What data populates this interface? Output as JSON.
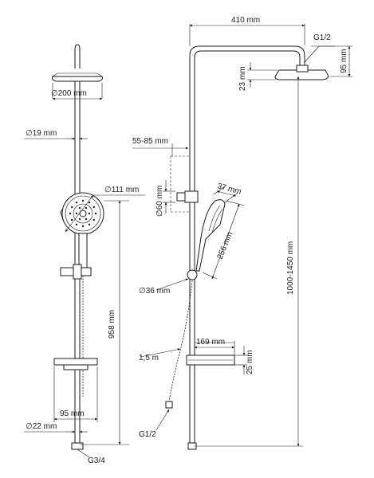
{
  "labels": {
    "width_top": "410 mm",
    "thread_top": "G1/2",
    "head_height": "95 mm",
    "head_thickness": "23 mm",
    "head_diameter": "200 mm",
    "pipe_diameter": "19 mm",
    "bracket_range": "55-85 mm",
    "hand_width": "37 mm",
    "hand_diameter": "111 mm",
    "bracket_height": "60 mm",
    "hand_length": "256 mm",
    "total_height": "1000-1450 mm",
    "knob_diameter": "36 mm",
    "column_height": "958 mm",
    "shelf_depth": "169 mm",
    "hose_length": "1,5 m",
    "shelf_thickness": "25 mm",
    "shelf_width": "95 mm",
    "thread_hose": "G1/2",
    "bottom_diameter": "22 mm",
    "thread_bottom": "G3/4"
  },
  "symbols": {
    "diameter": "∅"
  }
}
